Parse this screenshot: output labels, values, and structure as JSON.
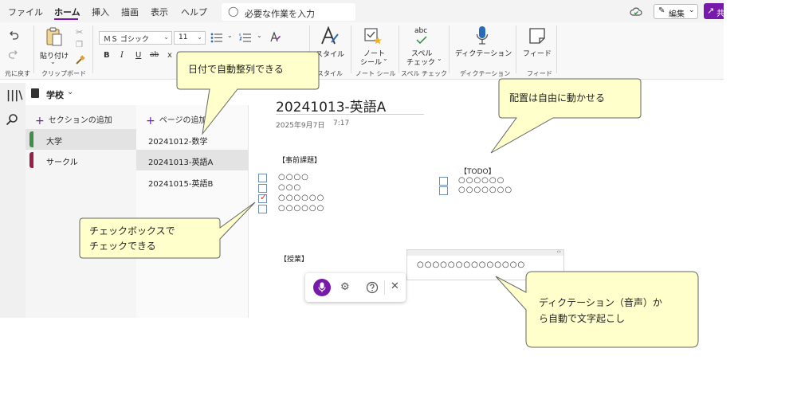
{
  "menu": {
    "items": [
      "ファイル",
      "ホーム",
      "挿入",
      "描画",
      "表示",
      "ヘルプ"
    ],
    "search_text": "必要な作業を入力",
    "edit_label": "編集",
    "share_label": "共"
  },
  "ribbon": {
    "undo_label": "元に戻す",
    "paste_label": "貼り付け",
    "clipboard_group": "クリップボード",
    "font_name": "ＭＳ ゴシック",
    "font_size": "11",
    "bold": "B",
    "italic": "I",
    "underline": "U",
    "strike": "ab",
    "subscript": "x",
    "style_label": "スタイル",
    "style_group": "スタイル",
    "tag_label_1": "ノート",
    "tag_label_2": "シール",
    "tag_group": "ノート シール",
    "spell_abc": "abc",
    "spell_label_1": "スペル",
    "spell_label_2": "チェック",
    "spell_group": "スペル チェック",
    "dictation_label": "ディクテーション",
    "dictation_group": "ディクテーション",
    "feed_label": "フィード",
    "feed_group": "フィード"
  },
  "notebook": {
    "name": "学校"
  },
  "sections": {
    "add_label": "セクションの追加",
    "items": [
      {
        "name": "大学",
        "color": "#3d8f47"
      },
      {
        "name": "サークル",
        "color": "#9a1f4b"
      }
    ]
  },
  "pages": {
    "add_label": "ページの追加",
    "items": [
      "20241012-数学",
      "20241013-英語A",
      "20241015-英語B"
    ]
  },
  "page": {
    "title": "20241013-英語A",
    "date": "2025年9月7日",
    "time": "7:17",
    "section1_heading": "【事前課題】",
    "section1_items": [
      "○○○○",
      "○○○",
      "○○○○○○",
      "○○○○○○"
    ],
    "todo_heading": "【TODO】",
    "todo_items": [
      "○○○○○○",
      "○○○○○○○"
    ],
    "section2_heading": "【授業】",
    "dictation_text": "○○○○○○○○○○○○○○"
  },
  "callouts": {
    "date_sort": "日付で自動整列できる",
    "free_layout": "配置は自由に動かせる",
    "checkbox_line1": "チェックボックスで",
    "checkbox_line2": "チェックできる",
    "dictation_line1": "ディクテーション（音声）か",
    "dictation_line2": "ら自動で文字起こし"
  },
  "colors": {
    "accent": "#7719aa",
    "callout_fill": "#ffffcc",
    "check_red": "#d9332b"
  }
}
